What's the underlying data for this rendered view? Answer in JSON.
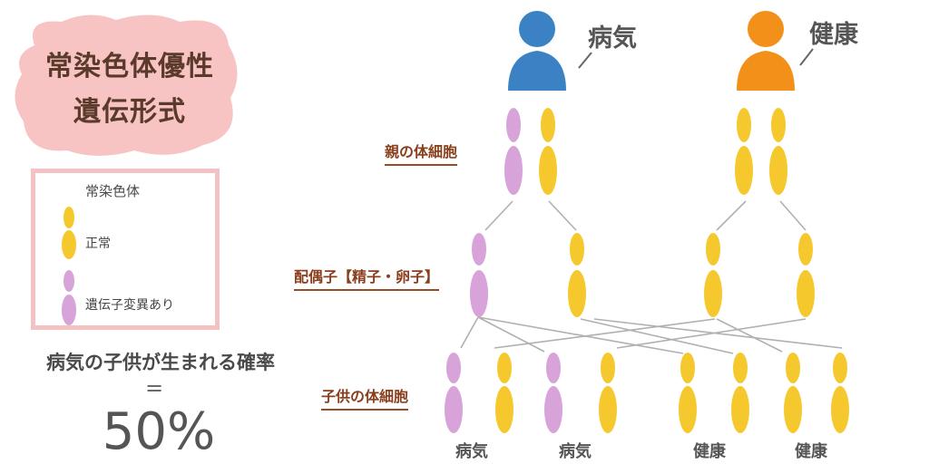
{
  "title": {
    "line1": "常染色体優性",
    "line2": "遺伝形式"
  },
  "legend": {
    "title": "常染色体",
    "normal_label": "正常",
    "mutant_label": "遺伝子変異あり"
  },
  "probability": {
    "text": "病気の子供が生まれる確率",
    "equals": "=",
    "value": "50%"
  },
  "parents": {
    "left_label": "病気",
    "right_label": "健康"
  },
  "rows": {
    "parent_cells": "親の体細胞",
    "gametes": "配偶子【精子・卵子】",
    "child_cells": "子供の体細胞"
  },
  "children": {
    "c1": "病気",
    "c2": "病気",
    "c3": "健康",
    "c4": "健康"
  },
  "colors": {
    "affected": "#3b82c4",
    "healthy": "#f39019",
    "normal_chromosome": "#f5c92e",
    "mutant_chromosome": "#d7a3d8",
    "title_bg": "#f6bcbc",
    "label_brown": "#8a3e1c"
  }
}
